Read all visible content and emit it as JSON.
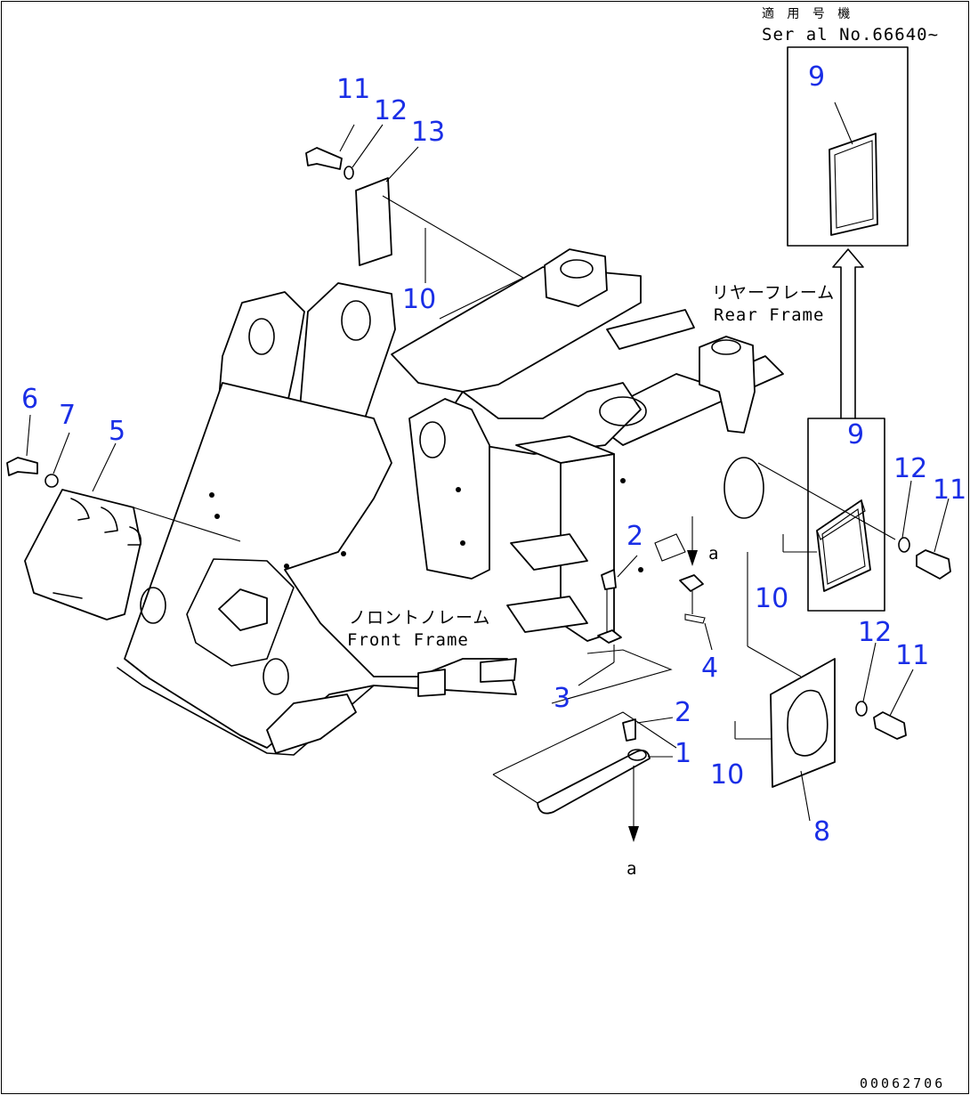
{
  "serial_note": {
    "line1": "適 用 号 機",
    "line2": "Ser al No.66640~"
  },
  "frame_labels": {
    "rear_jp": "リヤーフレーム",
    "rear_en": "Rear Frame",
    "front_jp": "ノロントノレーム",
    "front_en": "Front Frame"
  },
  "reference_marks": {
    "a_upper": "a",
    "a_lower": "a"
  },
  "drawing_number": "00062706",
  "callouts": {
    "c11_top": "11",
    "c12_top": "12",
    "c13_top": "13",
    "c10_top": "10",
    "c9_box": "9",
    "c9_mid": "9",
    "c12_right": "12",
    "c11_right": "11",
    "c10_mid": "10",
    "c12_lower": "12",
    "c11_lower": "11",
    "c6": "6",
    "c7": "7",
    "c5": "5",
    "c2_mid": "2",
    "c4": "4",
    "c3": "3",
    "c2_lower": "2",
    "c1": "1",
    "c10_lower": "10",
    "c8": "8"
  },
  "colors": {
    "callout": "#1a2ee6",
    "line": "#000000",
    "background": "#ffffff"
  }
}
